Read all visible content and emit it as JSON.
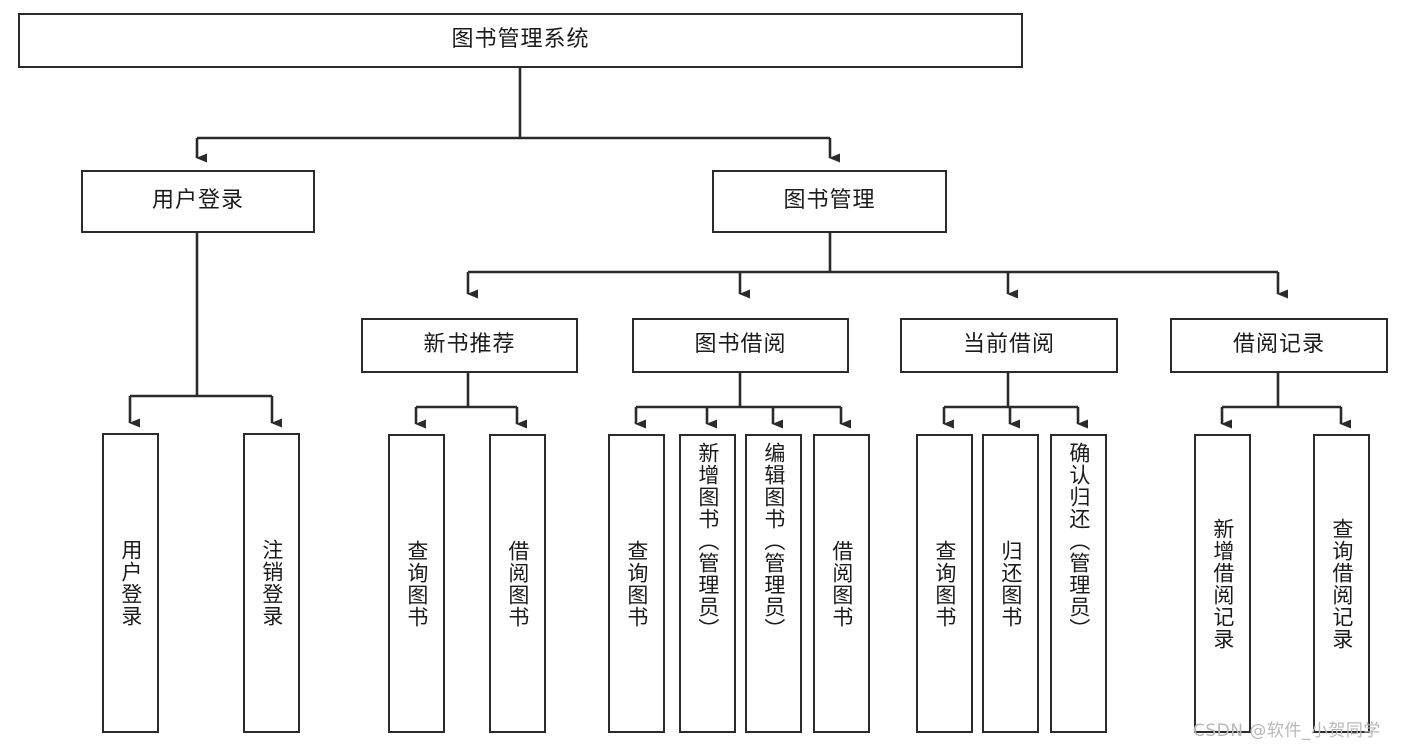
{
  "diagram": {
    "title": "图书管理系统",
    "type": "tree-hierarchy-diagram",
    "colors": {
      "box_border": "#2b2b2b",
      "box_fill": "#ffffff",
      "connector": "#2b2b2b",
      "background": "#ffffff",
      "watermark": "#b9b9b9"
    },
    "root": {
      "label": "图书管理系统"
    },
    "level2": [
      {
        "label": "用户登录"
      },
      {
        "label": "图书管理"
      }
    ],
    "level3": [
      {
        "label": "新书推荐"
      },
      {
        "label": "图书借阅"
      },
      {
        "label": "当前借阅"
      },
      {
        "label": "借阅记录"
      }
    ],
    "leaves": {
      "user_login": [
        {
          "label": "用户登录"
        },
        {
          "label": "注销登录"
        }
      ],
      "new_book_recommend": [
        {
          "label": "查询图书"
        },
        {
          "label": "借阅图书"
        }
      ],
      "book_borrow": [
        {
          "label": "查询图书"
        },
        {
          "label": "新增图书（管理员）"
        },
        {
          "label": "编辑图书（管理员）"
        },
        {
          "label": "借阅图书"
        }
      ],
      "current_borrow": [
        {
          "label": "查询图书"
        },
        {
          "label": "归还图书"
        },
        {
          "label": "确认归还（管理员）"
        }
      ],
      "borrow_record": [
        {
          "label": "新增借阅记录"
        },
        {
          "label": "查询借阅记录"
        }
      ]
    }
  },
  "watermark": {
    "text": "CSDN @软件_小贺同学"
  }
}
